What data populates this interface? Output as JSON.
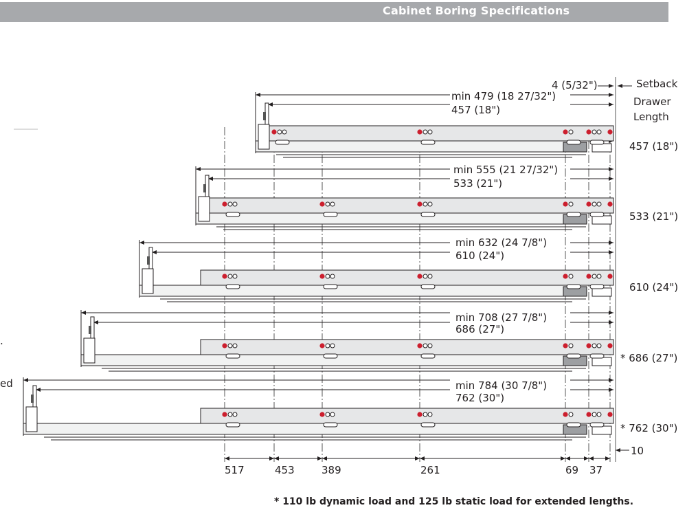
{
  "header": {
    "title": "Cabinet Boring Specifications"
  },
  "top_labels": {
    "setback_value": "4 (5/32\")",
    "setback_label": "Setback",
    "drawer_length_line1": "Drawer",
    "drawer_length_line2": "Length"
  },
  "left_cut_text": {
    "row4": ".",
    "row5": "ed"
  },
  "rows": [
    {
      "min_label": "min 479 (18 27/32\")",
      "nominal_label": "457 (18\")",
      "length_label": "457 (18\")"
    },
    {
      "min_label": "min 555 (21 27/32\")",
      "nominal_label": "533 (21\")",
      "length_label": "533 (21\")"
    },
    {
      "min_label": "min 632 (24 7/8\")",
      "nominal_label": "610 (24\")",
      "length_label": "610 (24\")"
    },
    {
      "min_label": "min 708 (27 7/8\")",
      "nominal_label": "686 (27\")",
      "length_label": "* 686 (27\")"
    },
    {
      "min_label": "min 784 (30 7/8\")",
      "nominal_label": "762 (30\")",
      "length_label": "* 762 (30\")"
    }
  ],
  "bottom_dims": [
    "517",
    "453",
    "389",
    "261",
    "69",
    "37"
  ],
  "bottom_right_dim": "10",
  "footer_note": "* 110 lb dynamic load and 125 lb static load for extended lengths.",
  "colors": {
    "header_bg": "#a7a9ac",
    "slide_fill": "#e6e7e8",
    "hole_red": "#cc1f2e",
    "line": "#231f20"
  }
}
